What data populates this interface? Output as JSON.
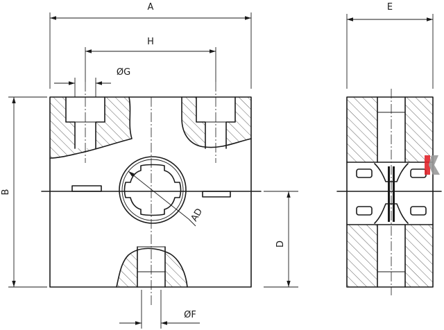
{
  "diagram": {
    "dimension_labels": {
      "A": "A",
      "H": "H",
      "G": "ØG",
      "B": "B",
      "AD": "AD",
      "D": "D",
      "F": "ØF",
      "E": "E"
    },
    "watermark_colors": {
      "red": "#e2252c",
      "gray": "#9a9a9a"
    }
  }
}
